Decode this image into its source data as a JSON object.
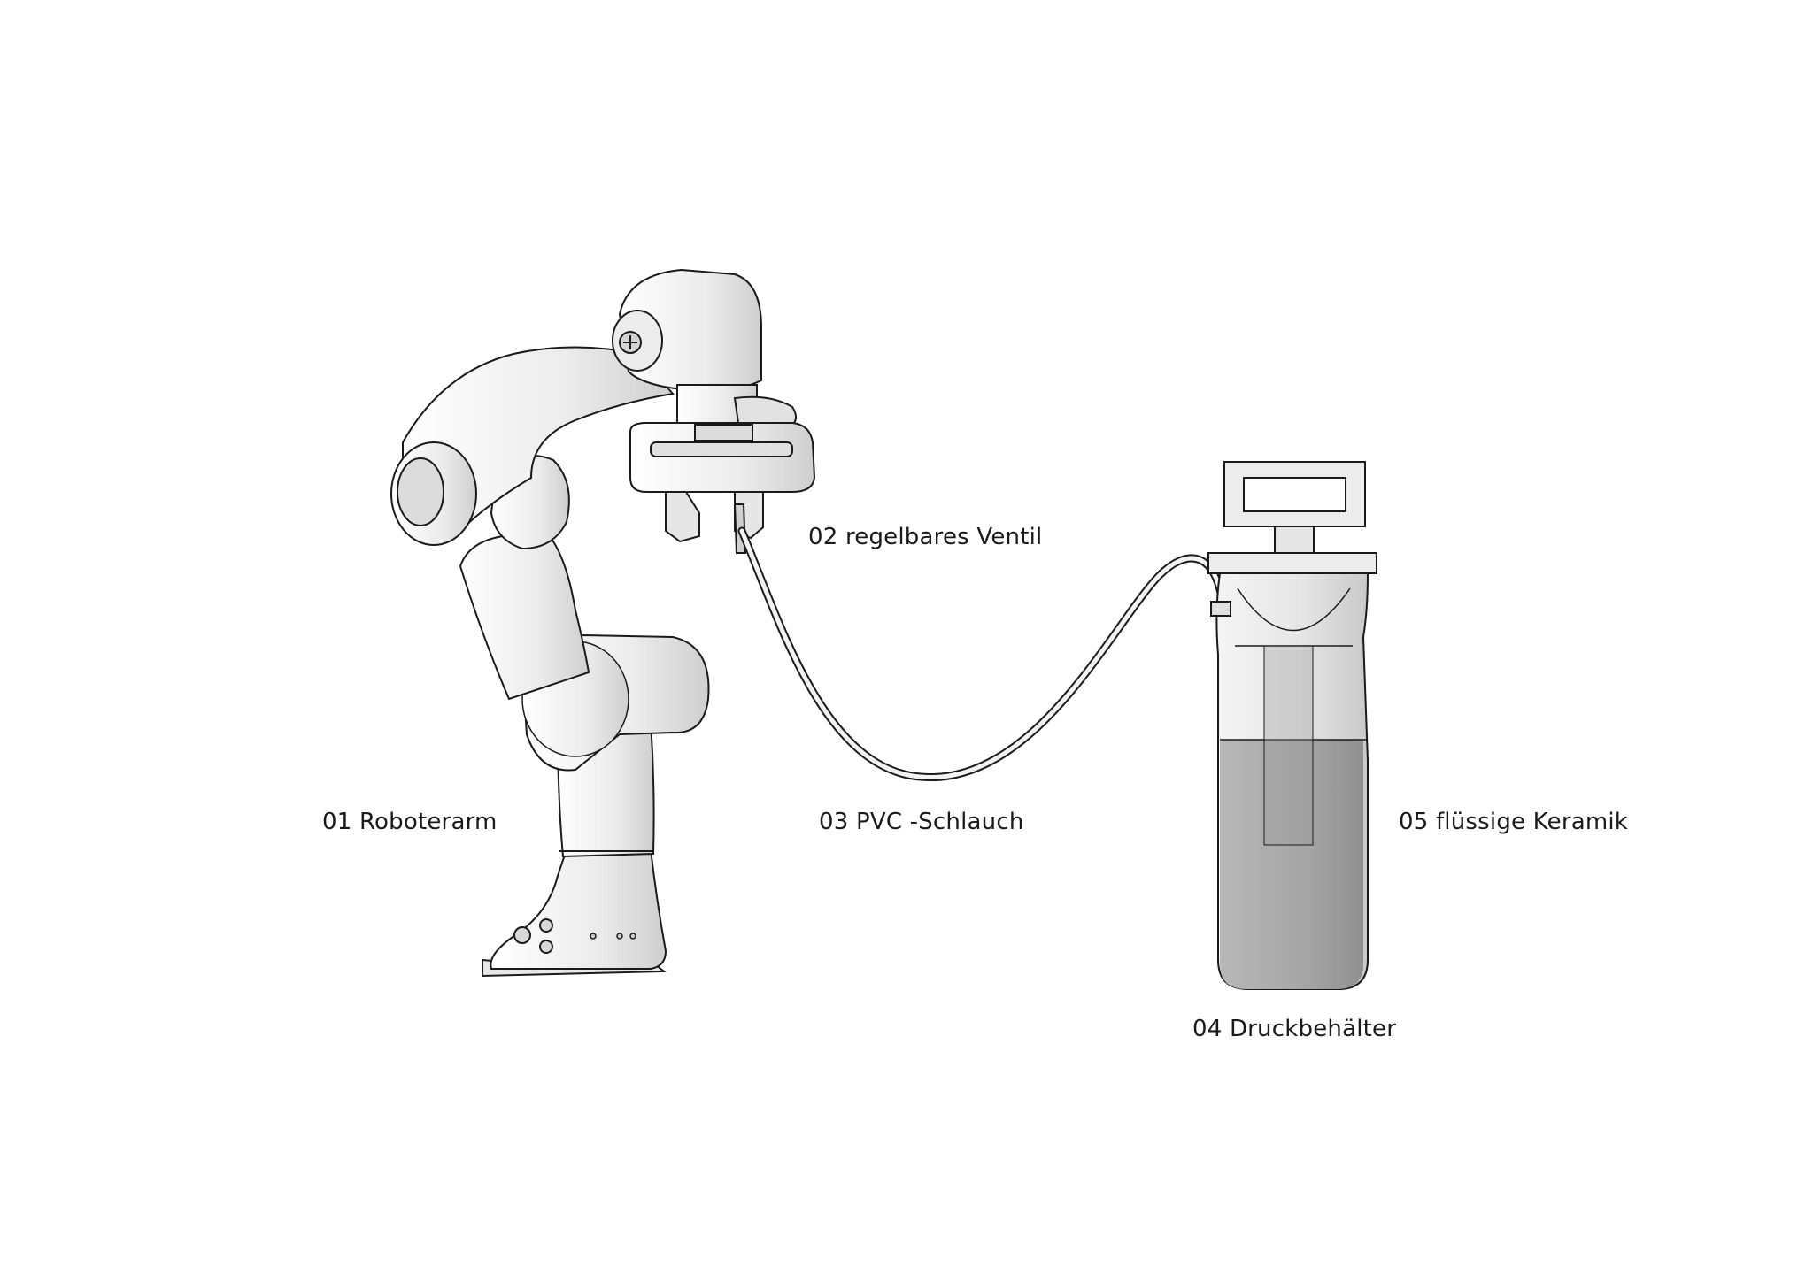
{
  "labels": {
    "robot_arm": "01 Roboterarm",
    "valve": "02 regelbares Ventil",
    "hose": "03 PVC -Schlauch",
    "pressure_tank": "04 Druckbehälter",
    "liquid_ceramic": "05 flüssige Keramik"
  },
  "colors": {
    "background": "#ffffff",
    "outline": "#1a1a1a",
    "body_fill": "#ececec",
    "liquid_fill": "#a8a8a8",
    "label_text": "#1a1a1a"
  },
  "liquid_level_fraction": 0.6
}
